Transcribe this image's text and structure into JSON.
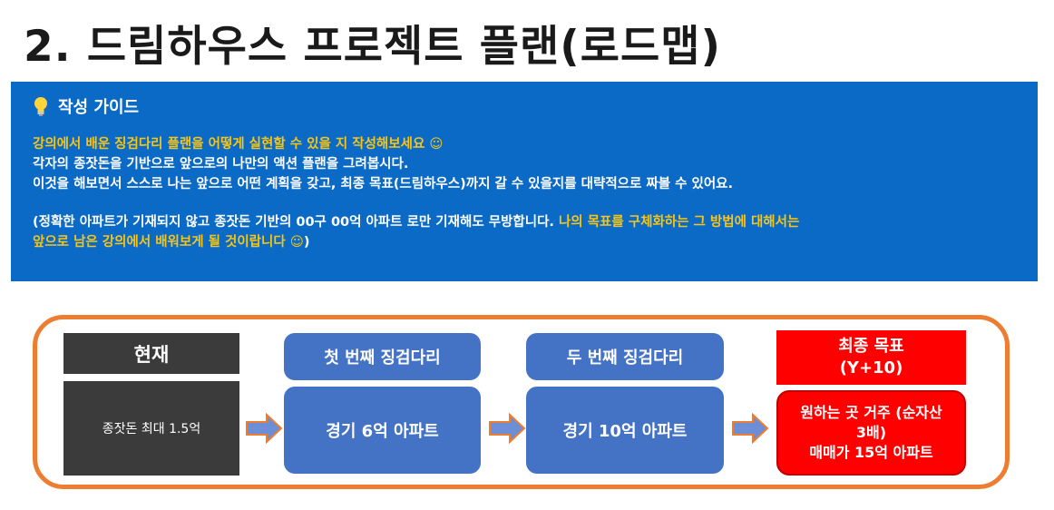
{
  "title": "2. 드림하우스 프로젝트 플랜(로드맵)",
  "guide": {
    "heading": "작성 가이드",
    "line1": "강의에서 배운 징검다리 플랜을 어떻게 실현할 수 있을 지 작성해보세요 ☺",
    "line2": "각자의 종잣돈을 기반으로 앞으로의 나만의 액션 플랜을 그려봅시다.",
    "line3": "이것을 해보면서 스스로 나는 앞으로 어떤 계획을 갖고, 최종 목표(드림하우스)까지 갈 수 있을지를 대략적으로 짜볼 수 있어요.",
    "line4_white": "(정확한 아파트가 기재되지 않고 종잣돈 기반의 00구 00억 아파트 로만 기재해도 무방합니다. ",
    "line4_yellow": "나의 목표를 구체화하는 그 방법에 대해서는",
    "line5_yellow": "앞으로 남은 강의에서 배워보게 될 것이랍니다 ☺",
    "line5_white": ")"
  },
  "roadmap": {
    "current_header": "현재",
    "current_value": "종잣돈 최대 1.5억",
    "step1_header": "첫 번째 징검다리",
    "step1_value": "경기 6억 아파트",
    "step2_header": "두 번째 징검다리",
    "step2_value": "경기 10억 아파트",
    "goal_header_line1": "최종 목표",
    "goal_header_line2": "(Y+10)",
    "goal_value_line1": "원하는 곳 거주 (순자산",
    "goal_value_line2": "3배)",
    "goal_value_line3": "매매가 15억 아파트"
  },
  "colors": {
    "guide_bg": "#0a6ac6",
    "highlight": "#f5c518",
    "frame": "#ed7d31",
    "step_blue": "#4472c4",
    "current_dark": "#3b3b3b",
    "goal_red": "#ff0000"
  }
}
